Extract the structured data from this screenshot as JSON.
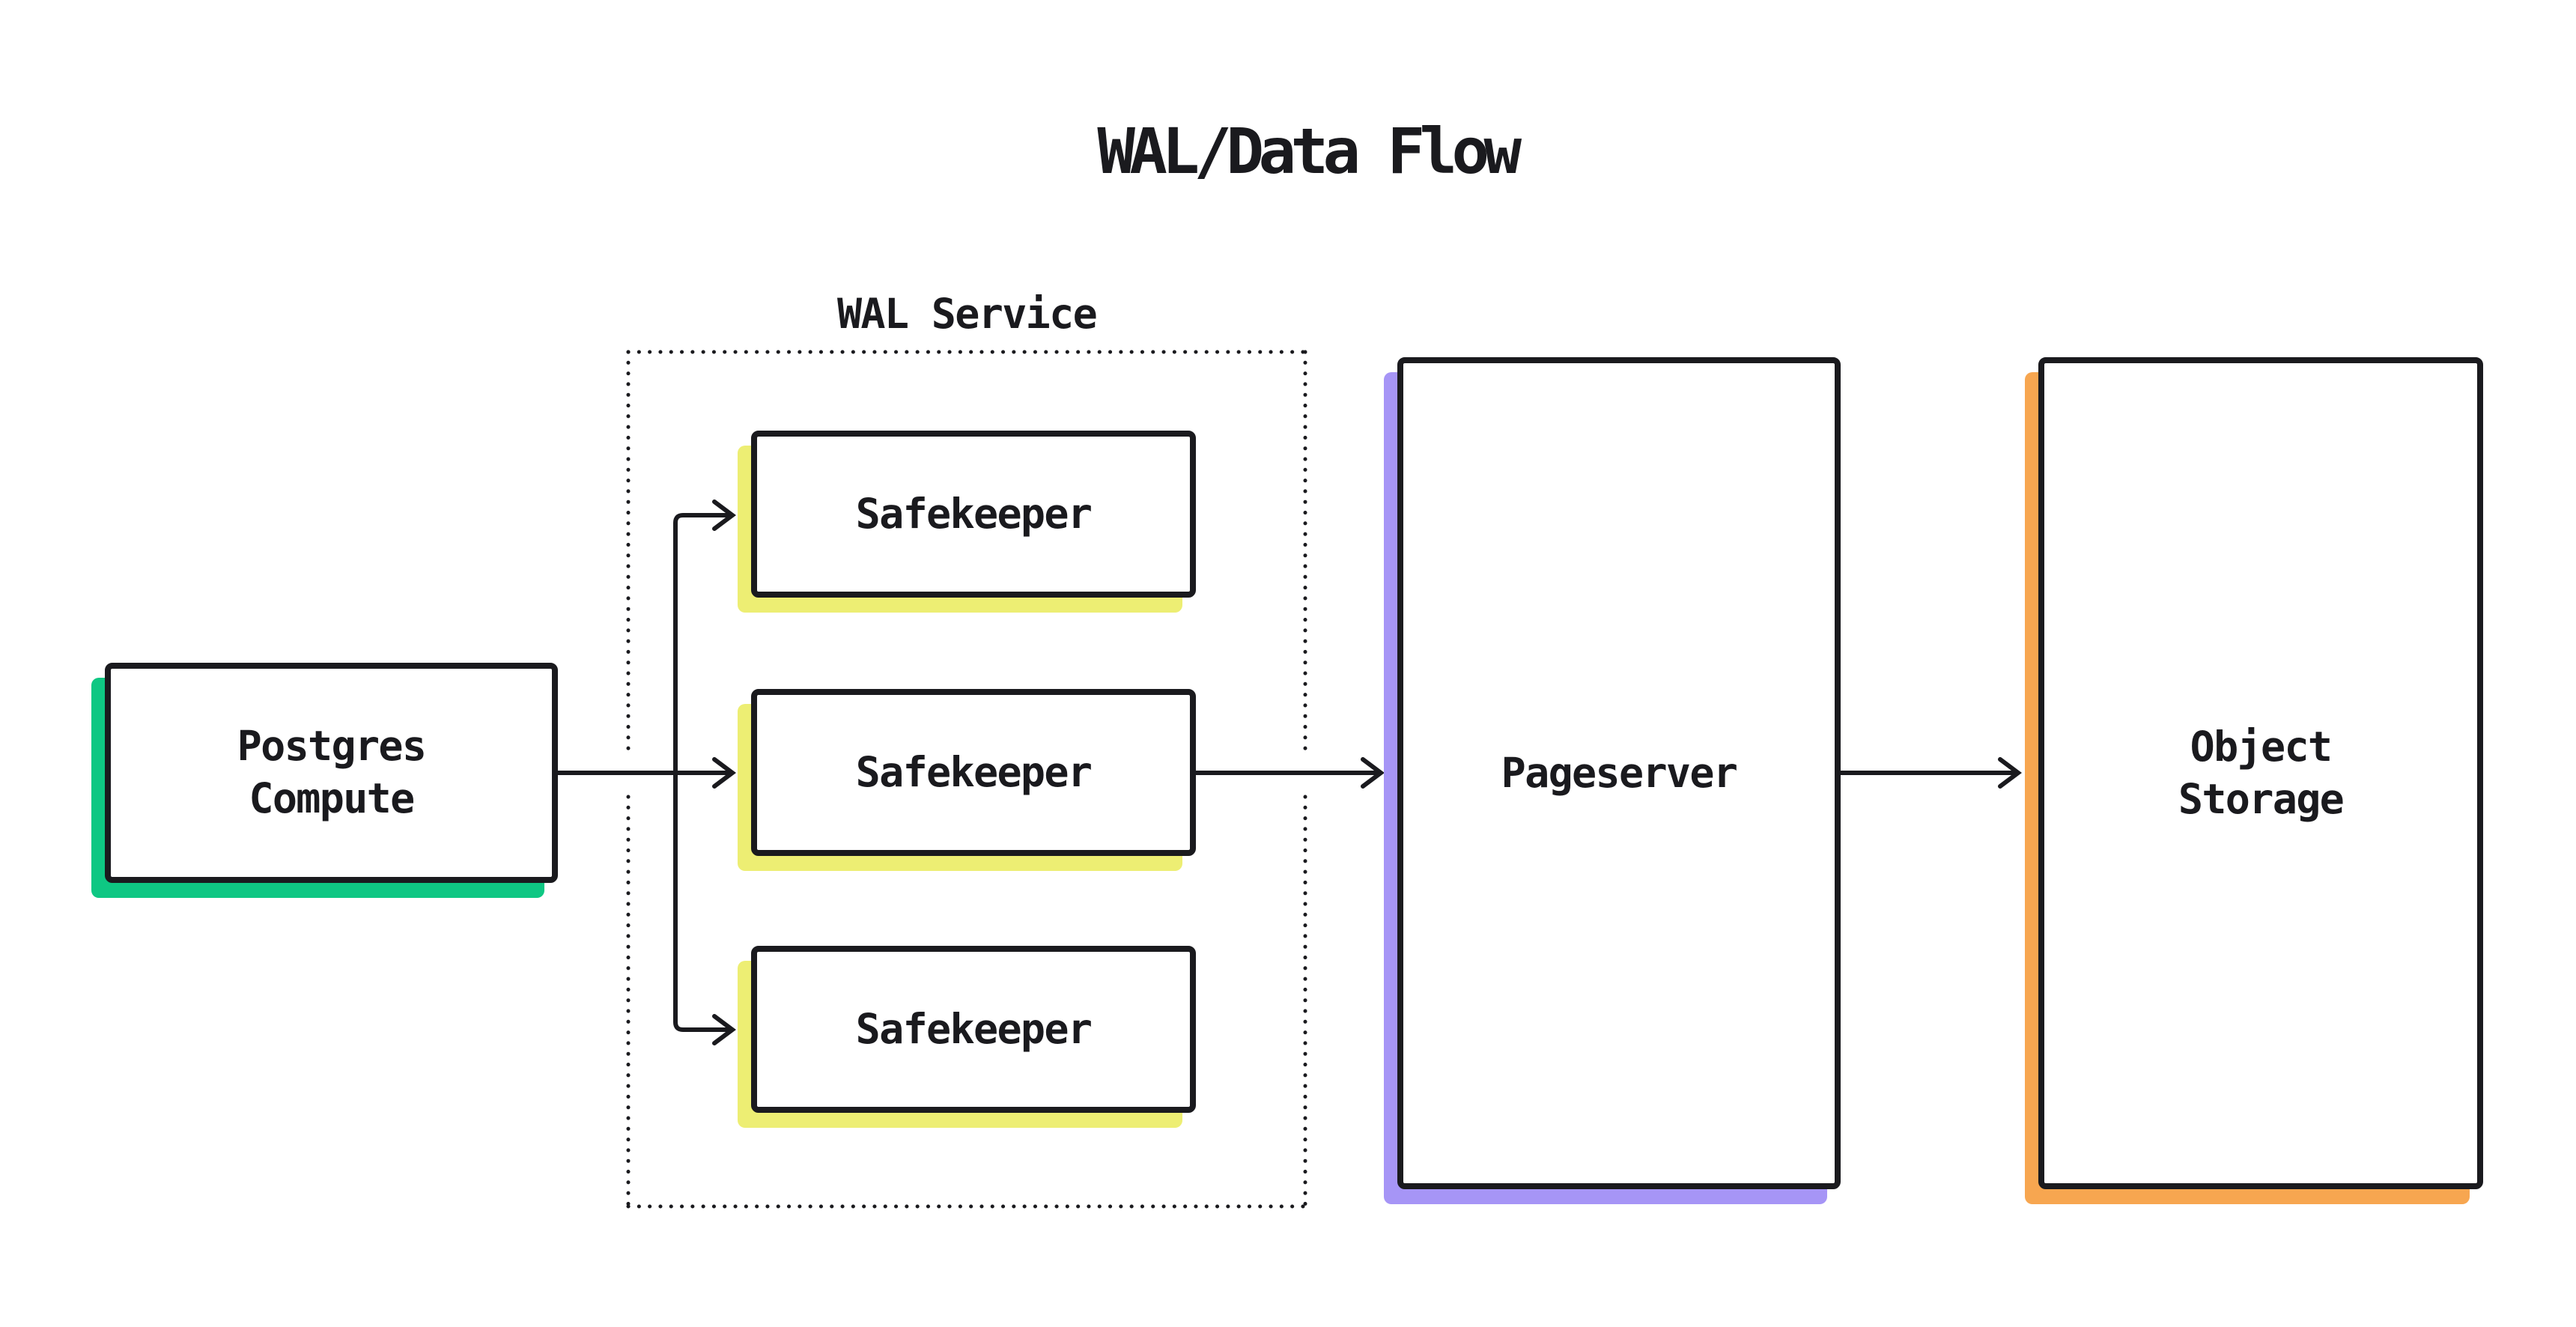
{
  "diagram": {
    "title": "WAL/Data Flow",
    "wal_service_group": {
      "label": "WAL Service"
    },
    "nodes": {
      "postgres_compute": {
        "line1": "Postgres",
        "line2": "Compute",
        "accent": "#0ec783"
      },
      "safekeepers": [
        {
          "label": "Safekeeper",
          "accent": "#edee73"
        },
        {
          "label": "Safekeeper",
          "accent": "#edee73"
        },
        {
          "label": "Safekeeper",
          "accent": "#edee73"
        }
      ],
      "pageserver": {
        "label": "Pageserver",
        "accent": "#a695f6"
      },
      "object_storage": {
        "line1": "Object",
        "line2": "Storage",
        "accent": "#f7a650"
      }
    },
    "edges": [
      {
        "from": "postgres_compute",
        "to": "safekeeper_1"
      },
      {
        "from": "postgres_compute",
        "to": "safekeeper_2"
      },
      {
        "from": "postgres_compute",
        "to": "safekeeper_3"
      },
      {
        "from": "safekeeper_2",
        "to": "pageserver"
      },
      {
        "from": "pageserver",
        "to": "object_storage"
      }
    ],
    "colors": {
      "ink": "#1a1a1e",
      "background": "#ffffff",
      "postgres_accent": "#0ec783",
      "safekeeper_accent": "#edee73",
      "pageserver_accent": "#a695f6",
      "object_storage_accent": "#f7a650"
    }
  }
}
